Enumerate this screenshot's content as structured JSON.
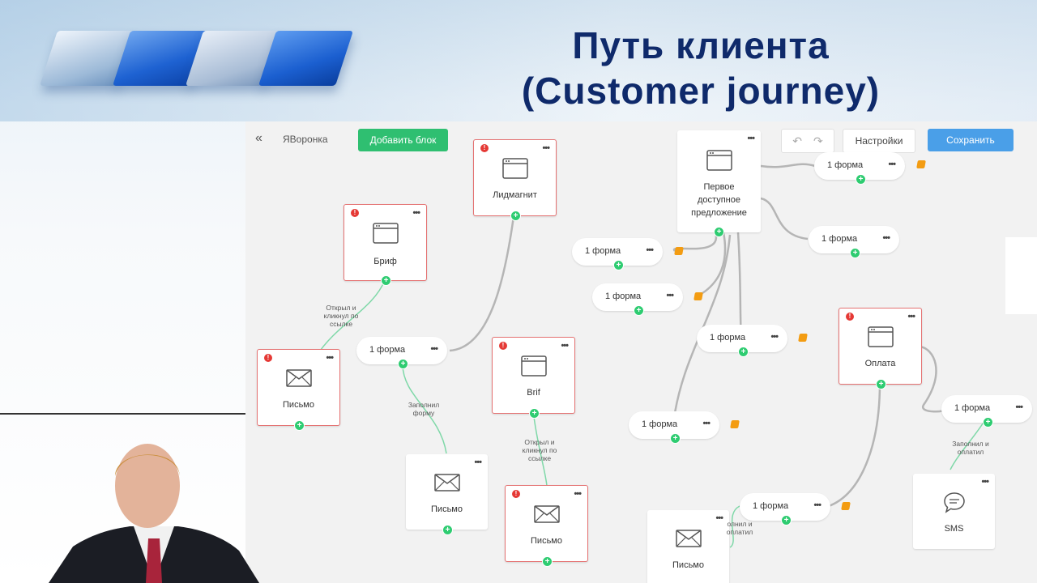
{
  "slide": {
    "title_line1": "Путь клиента",
    "title_line2": "(Customer journey)"
  },
  "toolbar": {
    "back_icon": "«",
    "funnel_name": "ЯВоронка",
    "add_block_label": "Добавить блок",
    "settings_label": "Настройки",
    "save_label": "Сохранить"
  },
  "colors": {
    "add_block": "#2fbf71",
    "save": "#4a9fe8",
    "error_border": "#e57373",
    "connector_plus": "#2ecc71",
    "form_flag": "#f39c12",
    "title": "#0f2a6b"
  },
  "nodes": [
    {
      "id": "brief",
      "label": "Бриф",
      "icon": "browser-window-icon",
      "error": true
    },
    {
      "id": "leadmagnet",
      "label": "Лидмагнит",
      "icon": "browser-window-icon",
      "error": true
    },
    {
      "id": "offer",
      "label": "Первое доступное предложение",
      "icon": "browser-window-icon",
      "error": false
    },
    {
      "id": "letter1",
      "label": "Письмо",
      "icon": "envelope-icon",
      "error": true
    },
    {
      "id": "brif",
      "label": "Brif",
      "icon": "browser-window-icon",
      "error": true
    },
    {
      "id": "letter2",
      "label": "Письмо",
      "icon": "envelope-icon",
      "error": false
    },
    {
      "id": "letter3",
      "label": "Письмо",
      "icon": "envelope-icon",
      "error": true
    },
    {
      "id": "payment",
      "label": "Оплата",
      "icon": "browser-window-icon",
      "error": true
    },
    {
      "id": "sms",
      "label": "SMS",
      "icon": "chat-bubble-icon",
      "error": false
    },
    {
      "id": "letter4",
      "label": "Письмо",
      "icon": "envelope-icon",
      "error": false
    }
  ],
  "forms": {
    "label": "1 форма",
    "menu": "•••"
  },
  "edge_labels": {
    "opened_clicked": "Открыл и кликнул по ссылке",
    "filled_form": "Заполнил форму",
    "opened_clicked2": "Открыл и кликнул по ссылке",
    "filled_paid": "Заполнил и оплатил",
    "filled_paid_partial": "олнил и оплатил"
  }
}
